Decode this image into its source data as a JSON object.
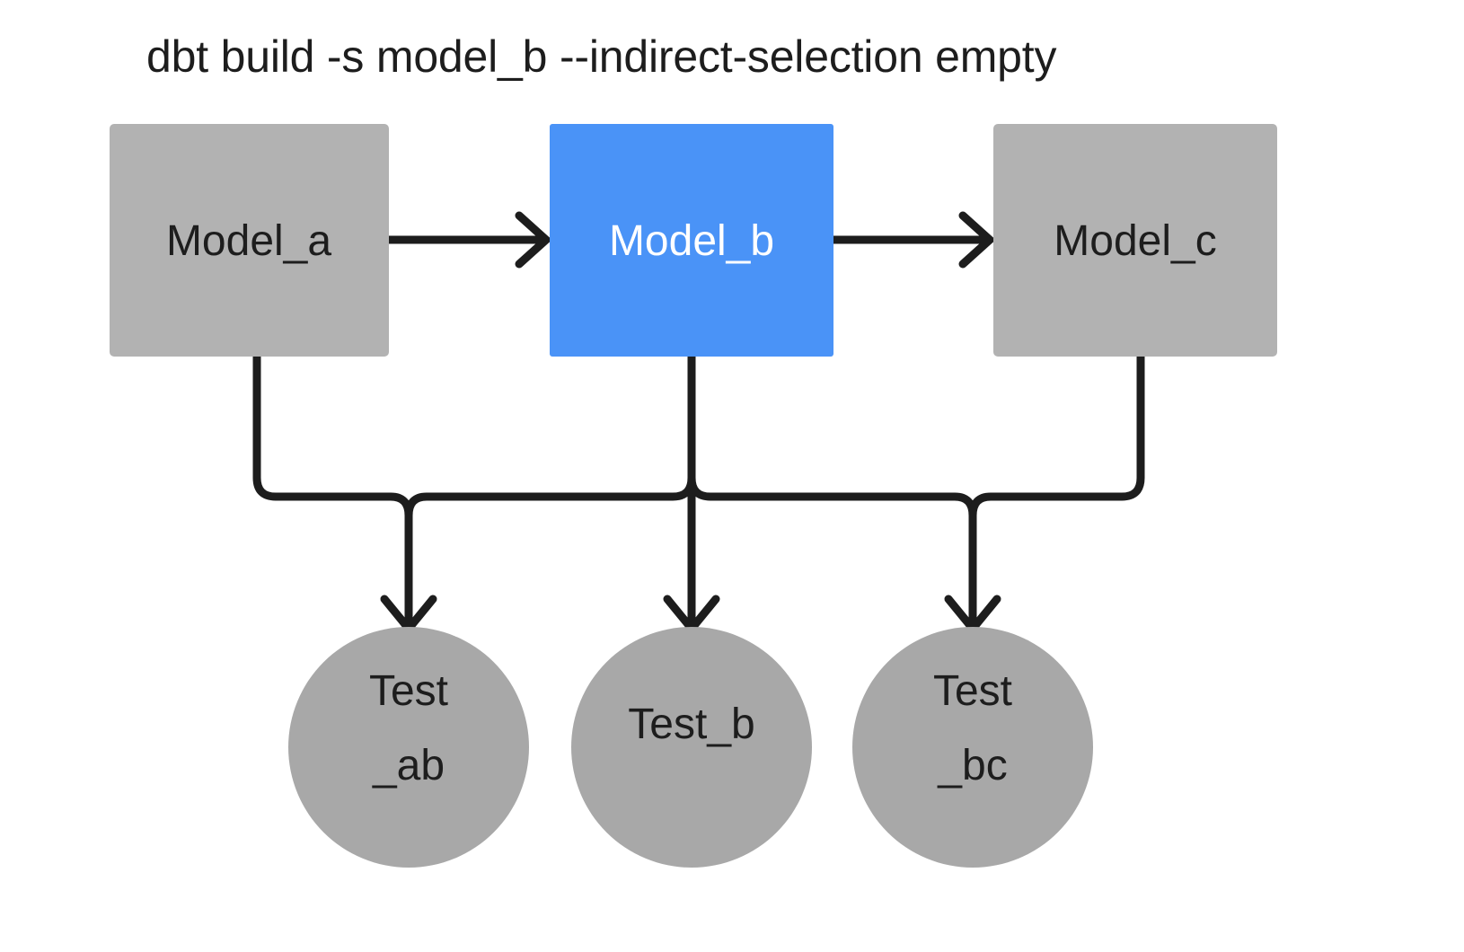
{
  "title": "dbt build -s model_b --indirect-selection empty",
  "colors": {
    "background": "#ffffff",
    "node_gray": "#b2b2b2",
    "test_gray": "#a8a8a8",
    "selected_blue": "#4a93f7",
    "edge": "#1d1d1d",
    "text_dark": "#1d1d1d",
    "text_light": "#ffffff"
  },
  "models": [
    {
      "id": "model_a",
      "label": "Model_a",
      "state": "unselected",
      "fill": "#b2b2b2",
      "text_color": "#1d1d1d"
    },
    {
      "id": "model_b",
      "label": "Model_b",
      "state": "selected",
      "fill": "#4a93f7",
      "text_color": "#ffffff"
    },
    {
      "id": "model_c",
      "label": "Model_c",
      "state": "unselected",
      "fill": "#b2b2b2",
      "text_color": "#1d1d1d"
    }
  ],
  "tests": [
    {
      "id": "test_ab",
      "label": "Test_ab",
      "line1": "Test",
      "line2": "_ab",
      "state": "unselected",
      "fill": "#a8a8a8"
    },
    {
      "id": "test_b",
      "label": "Test_b",
      "line1": "Test_b",
      "line2": "",
      "state": "unselected",
      "fill": "#a8a8a8"
    },
    {
      "id": "test_bc",
      "label": "Test_bc",
      "line1": "Test",
      "line2": "_bc",
      "state": "unselected",
      "fill": "#a8a8a8"
    }
  ],
  "edges": [
    {
      "from": "model_a",
      "to": "model_b",
      "kind": "direct"
    },
    {
      "from": "model_b",
      "to": "model_c",
      "kind": "direct"
    },
    {
      "from": "model_a",
      "to": "test_ab",
      "kind": "elbow"
    },
    {
      "from": "model_b",
      "to": "test_ab",
      "kind": "elbow"
    },
    {
      "from": "model_b",
      "to": "test_b",
      "kind": "straight"
    },
    {
      "from": "model_b",
      "to": "test_bc",
      "kind": "elbow"
    },
    {
      "from": "model_c",
      "to": "test_bc",
      "kind": "elbow"
    }
  ]
}
